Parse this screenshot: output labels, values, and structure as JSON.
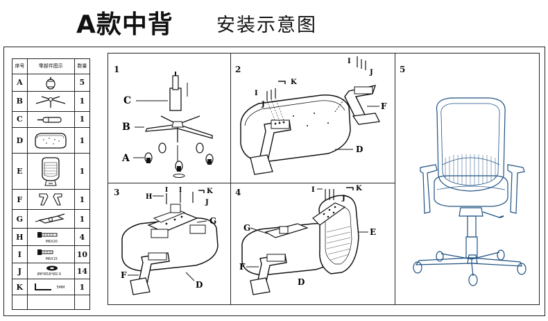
{
  "title": {
    "main": "A款中背",
    "sub": "安装示意图"
  },
  "parts_table": {
    "headers": {
      "index": "序号",
      "image": "零部件图示",
      "qty": "数量"
    },
    "rows": [
      {
        "id": "A",
        "qty": "5",
        "note": ""
      },
      {
        "id": "B",
        "qty": "1",
        "note": ""
      },
      {
        "id": "C",
        "qty": "1",
        "note": ""
      },
      {
        "id": "D",
        "qty": "1",
        "note": ""
      },
      {
        "id": "E",
        "qty": "1",
        "note": ""
      },
      {
        "id": "F",
        "qty": "1",
        "note": ""
      },
      {
        "id": "G",
        "qty": "1",
        "note": ""
      },
      {
        "id": "H",
        "qty": "4",
        "note": "M6X20"
      },
      {
        "id": "I",
        "qty": "10",
        "note": "M6X15"
      },
      {
        "id": "J",
        "qty": "14",
        "note": "Ø6*Ø16*Ø2.0"
      },
      {
        "id": "K",
        "qty": "1",
        "note": "5MM"
      }
    ]
  },
  "steps": [
    {
      "number": "1",
      "labels": [
        "C",
        "B",
        "A"
      ]
    },
    {
      "number": "2",
      "labels": [
        "I",
        "J",
        "K",
        "I",
        "J",
        "F",
        "D"
      ]
    },
    {
      "number": "3",
      "labels": [
        "H",
        "I",
        "I",
        "K",
        "J",
        "G",
        "F",
        "D"
      ]
    },
    {
      "number": "4",
      "labels": [
        "I",
        "K",
        "J",
        "G",
        "E",
        "F",
        "D"
      ]
    },
    {
      "number": "5",
      "labels": []
    }
  ]
}
